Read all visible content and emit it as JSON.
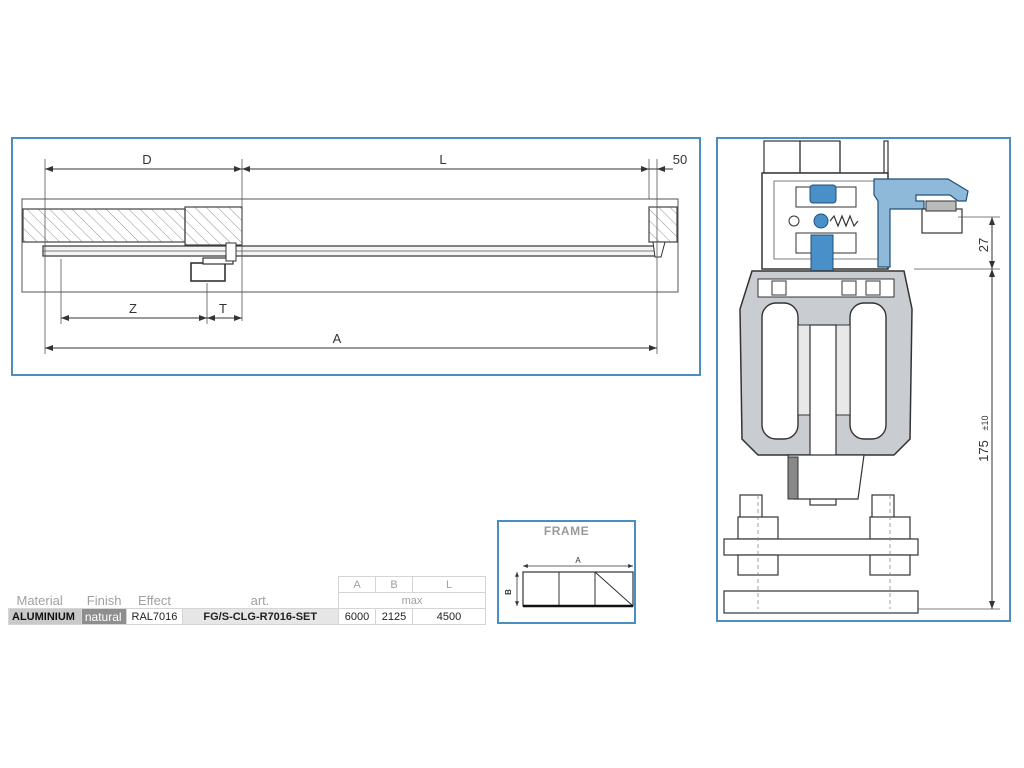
{
  "elevation": {
    "dim_D": "D",
    "dim_L": "L",
    "dim_50": "50",
    "dim_Z": "Z",
    "dim_T": "T",
    "dim_A": "A"
  },
  "section": {
    "dim_27": "27",
    "dim_175": "175",
    "dim_tol": "±10"
  },
  "frame": {
    "title": "FRAME",
    "dim_A": "A",
    "dim_B": "B"
  },
  "spec": {
    "headers": {
      "material": "Material",
      "finish": "Finish",
      "effect": "Effect",
      "art": "art.",
      "A": "A",
      "B": "B",
      "L": "L",
      "max": "max"
    },
    "row": {
      "material": "ALUMINIUM",
      "finish": "natural",
      "effect": "RAL7016",
      "art": "FG/S-CLG-R7016-SET",
      "A": "6000",
      "B": "2125",
      "L": "4500"
    }
  },
  "colors": {
    "border": "#4a8fc1",
    "highlight": "#4a90c8"
  }
}
